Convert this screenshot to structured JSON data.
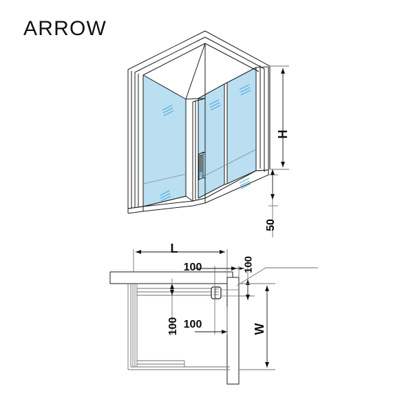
{
  "page": {
    "brand_title": "ARROW",
    "background_color": "#ffffff",
    "line_color": "#1a1a1a",
    "thin_line_color": "#6e6e6e",
    "glass_color": "#b9dff1",
    "glass_edge_color": "#3f9fd0"
  },
  "iso_view": {
    "name": "isometric-shower-enclosure",
    "description": "3D isometric corner shower enclosure with hinged door and fixed glass panels",
    "parts": [
      "left-side-glass-panel",
      "front-fixed-glass-panel",
      "hinged-glass-door",
      "right-fixed-glass-panel",
      "vertical-profile-left",
      "vertical-profile-corner",
      "vertical-profile-right",
      "door-handle"
    ]
  },
  "iso_dimensions": {
    "height": {
      "label": "H",
      "orientation": "vertical",
      "rotated": true
    },
    "base": {
      "label": "50",
      "orientation": "vertical",
      "rotated": true
    }
  },
  "plan_view": {
    "name": "plan-top-view",
    "description": "Top plan view of the shower enclosure showing door swing and hinge",
    "parts": [
      "back-wall-panel",
      "side-glass-panel",
      "door-leaf",
      "hinge-block",
      "right-wall-panel"
    ]
  },
  "plan_dimensions": {
    "length": {
      "label": "L",
      "orientation": "horizontal",
      "rotated": false
    },
    "width": {
      "label": "W",
      "orientation": "vertical",
      "rotated": true
    },
    "top_inner": {
      "label": "100",
      "orientation": "horizontal",
      "rotated": false
    },
    "right_outer": {
      "label": "100",
      "orientation": "vertical",
      "rotated": true
    },
    "left_inner": {
      "label": "100",
      "orientation": "vertical",
      "rotated": true
    },
    "bottom_inner": {
      "label": "100",
      "orientation": "horizontal",
      "rotated": false
    }
  }
}
